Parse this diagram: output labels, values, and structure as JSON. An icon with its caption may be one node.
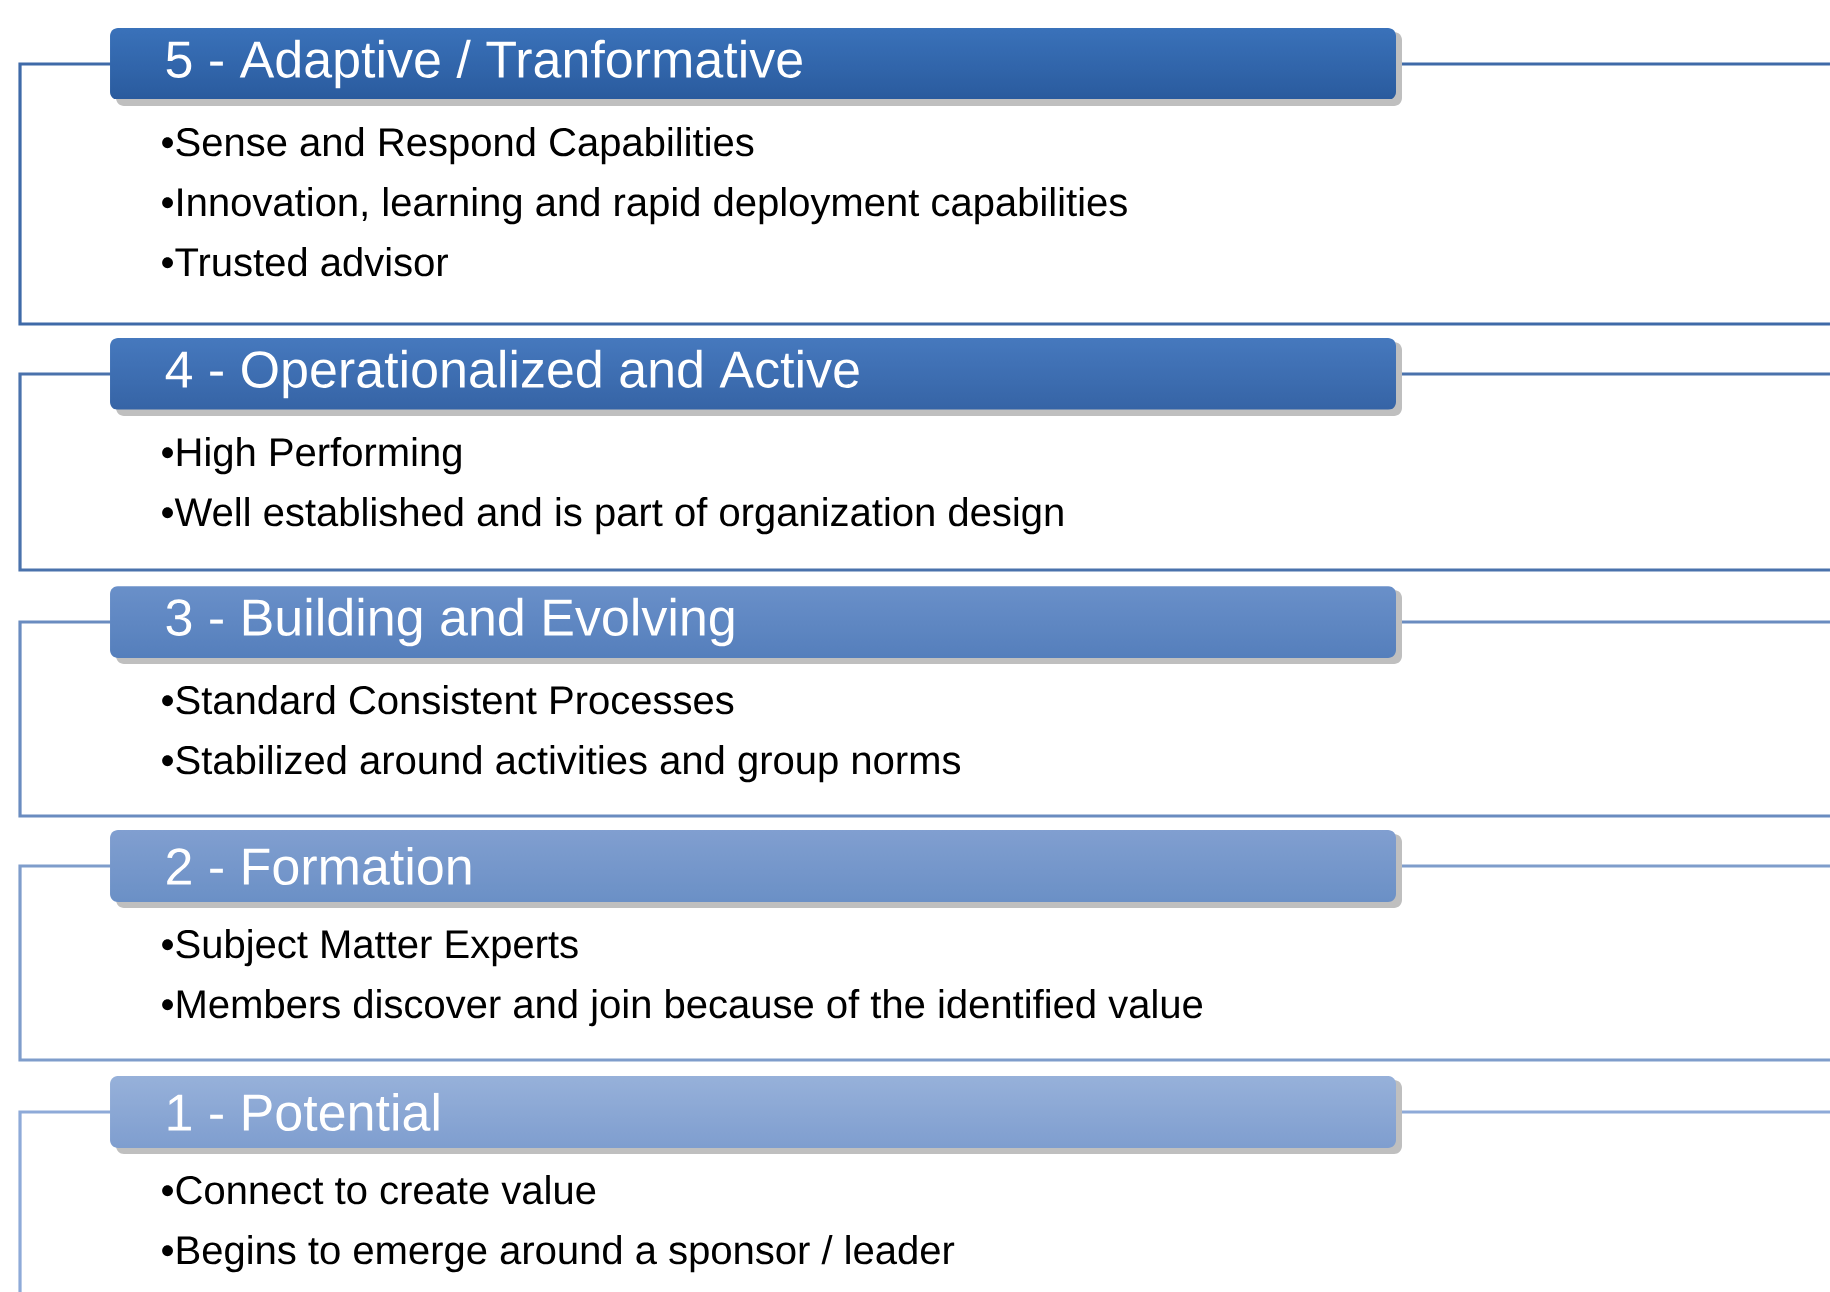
{
  "diagram": {
    "nodes": [
      {
        "text": [
          "5 - Adaptive / Tranformative",
          "•Sense and Respond Capabilities",
          "•Innovation, learning and rapid deployment capabilities",
          "•Trusted advisor"
        ]
      },
      {
        "text": [
          "4 - Operationalized and Active",
          "•High Performing",
          "•Well established and is part of organization design"
        ]
      },
      {
        "text": [
          "3 - Building and Evolving",
          "•Standard Consistent Processes",
          "•Stabilized around activities and group norms"
        ]
      },
      {
        "text": [
          "2 - Formation",
          "•Subject Matter Experts",
          "•Members discover and join because of the identified value"
        ]
      },
      {
        "text": [
          "1 - Potential",
          "•Connect to create value",
          "•Begins to emerge around a sponsor / leader"
        ]
      }
    ]
  }
}
